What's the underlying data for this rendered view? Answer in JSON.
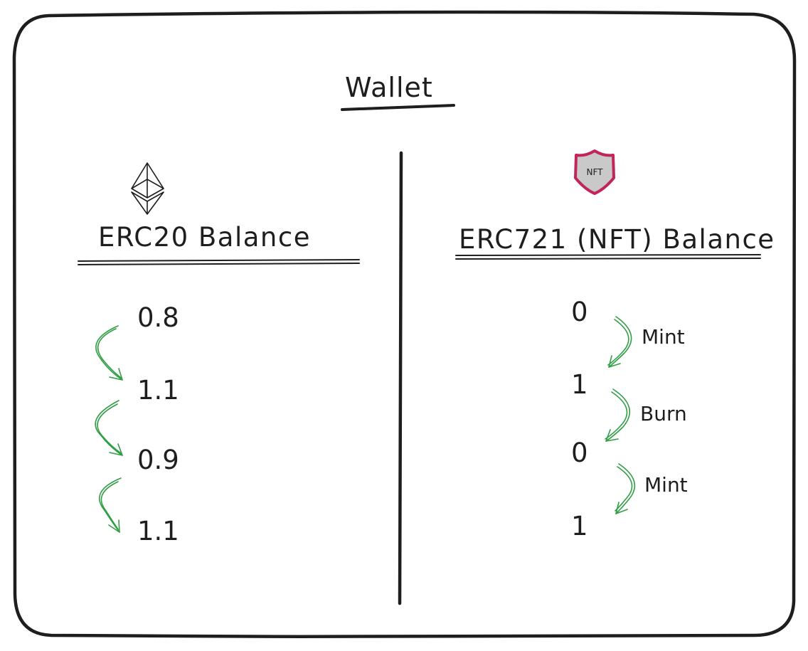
{
  "title": "Wallet",
  "erc20": {
    "heading": "ERC20 Balance",
    "icon": "ethereum-icon",
    "balances": [
      "0.8",
      "1.1",
      "0.9",
      "1.1"
    ]
  },
  "erc721": {
    "heading": "ERC721 (NFT) Balance",
    "icon": "nft-shield-icon",
    "badge_label": "NFT",
    "balances": [
      "0",
      "1",
      "0",
      "1"
    ],
    "actions": [
      "Mint",
      "Burn",
      "Mint"
    ]
  },
  "colors": {
    "ink": "#1e1e1e",
    "arrow": "#2f9e44",
    "badge_border": "#c2255c",
    "badge_fill": "#c9c9c9"
  }
}
